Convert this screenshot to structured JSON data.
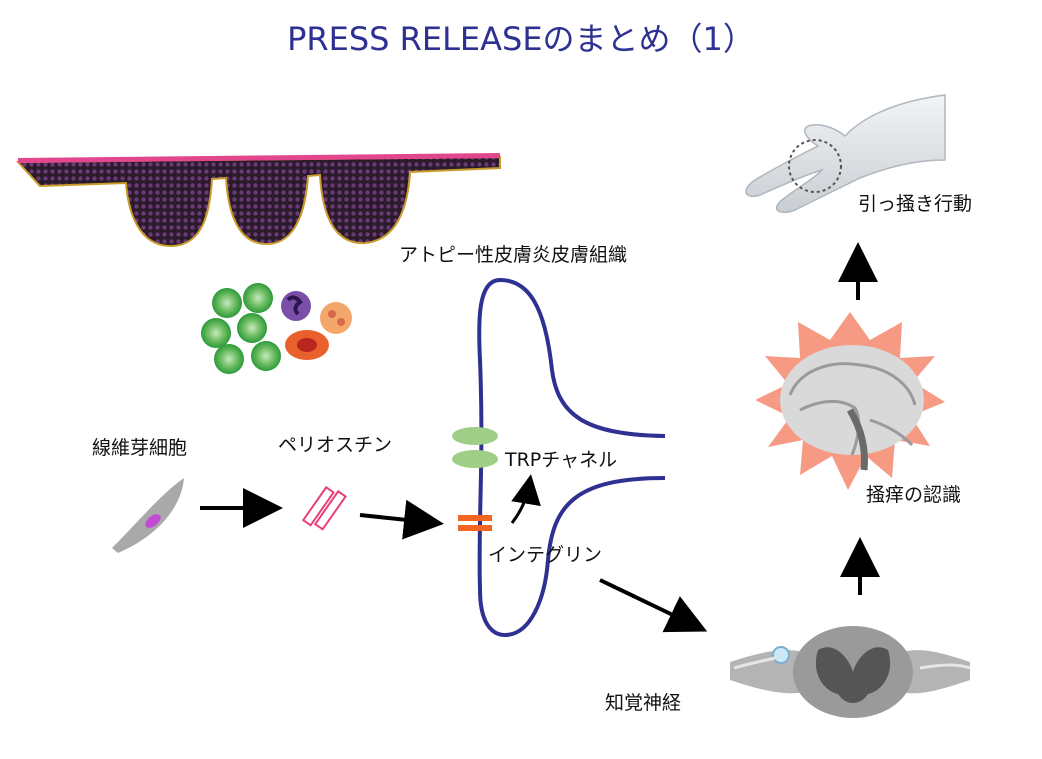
{
  "title": "PRESS RELEASEのまとめ（1）",
  "labels": {
    "tissue": "アトピー性皮膚炎皮膚組織",
    "fibroblast": "線維芽細胞",
    "periostin": "ペリオスチン",
    "trp": "TRPチャネル",
    "integrin": "インテグリン",
    "sensory_nerve": "知覚神経",
    "itch_recognition": "掻痒の認識",
    "scratching": "引っ掻き行動"
  },
  "colors": {
    "title": "#2e3192",
    "nerve_outline": "#2e3192",
    "integrin": "#f26522",
    "trp": "#9fcf86",
    "burst": "#f79a84",
    "periostin": "#e8407a",
    "fibroblast_nucleus": "#c24bd6"
  }
}
